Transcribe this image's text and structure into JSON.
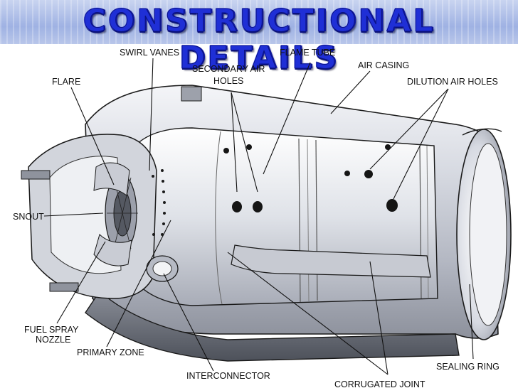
{
  "title": "CONSTRUCTIONAL DETAILS",
  "labels": {
    "swirl_vanes": "SWIRL VANES",
    "flame_tube": "FLAME TUBE",
    "air_casing": "AIR CASING",
    "secondary_air_1": "SECONDARY AIR",
    "secondary_air_2": "HOLES",
    "flare": "FLARE",
    "dilution_air_holes": "DILUTION AIR HOLES",
    "snout": "SNOUT",
    "fuel_spray_1": "FUEL SPRAY",
    "fuel_spray_2": "NOZZLE",
    "primary_zone": "PRIMARY ZONE",
    "interconnector": "INTERCONNECTOR",
    "corrugated_joint": "CORRUGATED JOINT",
    "sealing_ring": "SEALING RING"
  },
  "colors": {
    "title": "#1f2fd6",
    "metal_light": "#e6e8ee",
    "metal_mid": "#b9bdc8",
    "metal_dark": "#5c606a",
    "outline": "#1a1a1a"
  }
}
